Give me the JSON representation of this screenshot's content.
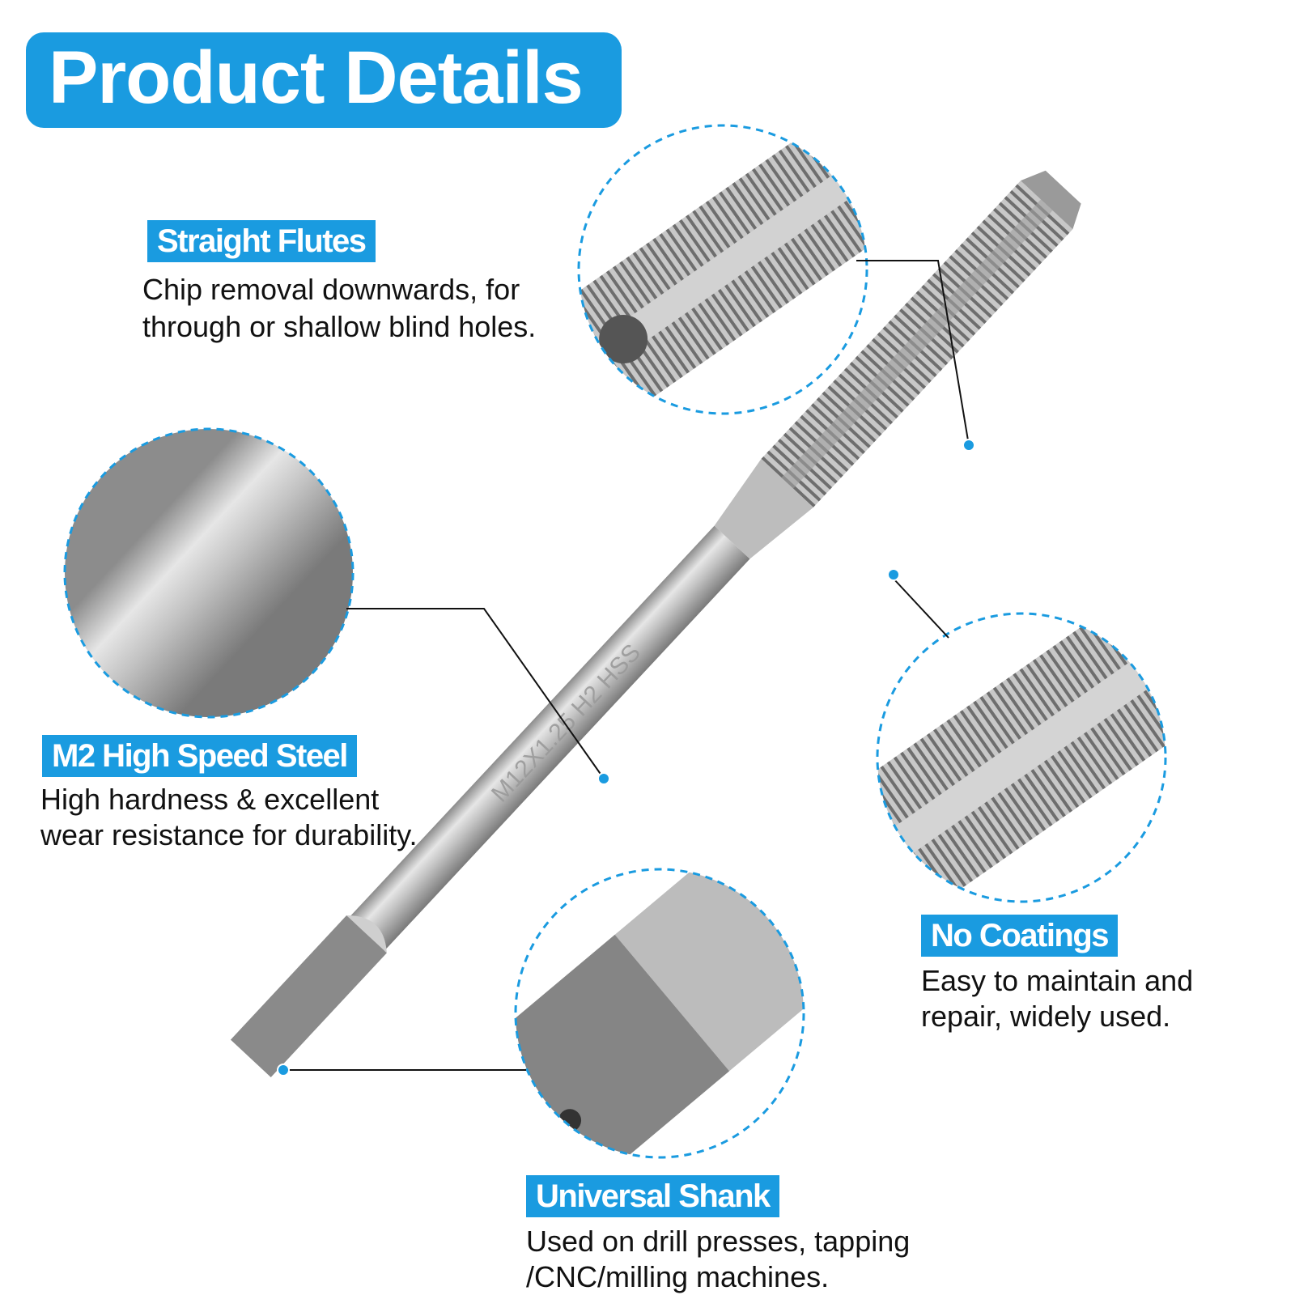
{
  "title": "Product Details",
  "features": [
    {
      "id": "straight-flutes",
      "label": "Straight Flutes",
      "lines": [
        "Chip removal downwards, for",
        "through or shallow blind holes."
      ]
    },
    {
      "id": "m2-high-speed-steel",
      "label": "M2 High Speed Steel",
      "lines": [
        "High hardness & excellent",
        "wear resistance for durability."
      ]
    },
    {
      "id": "no-coatings",
      "label": "No Coatings",
      "lines": [
        "Easy to maintain and",
        "repair, widely used."
      ]
    },
    {
      "id": "universal-shank",
      "label": "Universal Shank",
      "lines": [
        "Used on drill presses, tapping",
        "/CNC/milling machines."
      ]
    }
  ],
  "tool_marking": "M12X1.25 H2 HSS",
  "colors": {
    "accent": "#1a9be0",
    "text": "#111111",
    "steel": "#b8b8b8"
  }
}
